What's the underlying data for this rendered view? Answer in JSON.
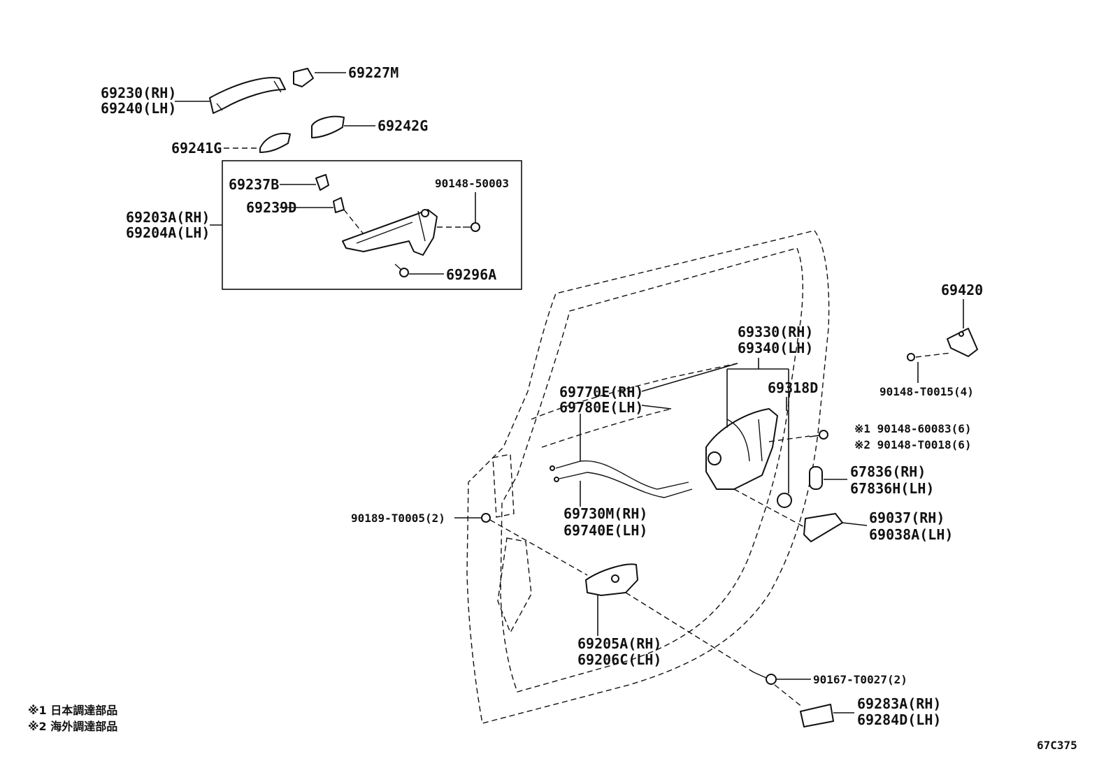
{
  "labels": {
    "p69227M": "69227M",
    "p69230": "69230(RH)",
    "p69240": "69240(LH)",
    "p69242G": "69242G",
    "p69241G": "69241G",
    "p69237B": "69237B",
    "p90148_50003": "90148-50003",
    "p69239D": "69239D",
    "p69203A": "69203A(RH)",
    "p69204A": "69204A(LH)",
    "p69296A": "69296A",
    "p69420": "69420",
    "p69330": "69330(RH)",
    "p69340": "69340(LH)",
    "p90148_T0015": "90148-T0015(4)",
    "p69318D": "69318D",
    "p69770E": "69770E(RH)",
    "p69780E": "69780E(LH)",
    "p90148_60083": "※1 90148-60083(6)",
    "p90148_T0018": "※2 90148-T0018(6)",
    "p67836": "67836(RH)",
    "p67836H": "67836H(LH)",
    "p69730M": "69730M(RH)",
    "p69740E": "69740E(LH)",
    "p90189_T0005": "90189-T0005(2)",
    "p69037": "69037(RH)",
    "p69038A": "69038A(LH)",
    "p69205A": "69205A(RH)",
    "p69206C": "69206C(LH)",
    "p90167_T0027": "90167-T0027(2)",
    "p69283A": "69283A(RH)",
    "p69284D": "69284D(LH)"
  },
  "notes": {
    "note1": "※1 日本調達部品",
    "note2": "※2 海外調達部品"
  },
  "figure_code": "67C375"
}
